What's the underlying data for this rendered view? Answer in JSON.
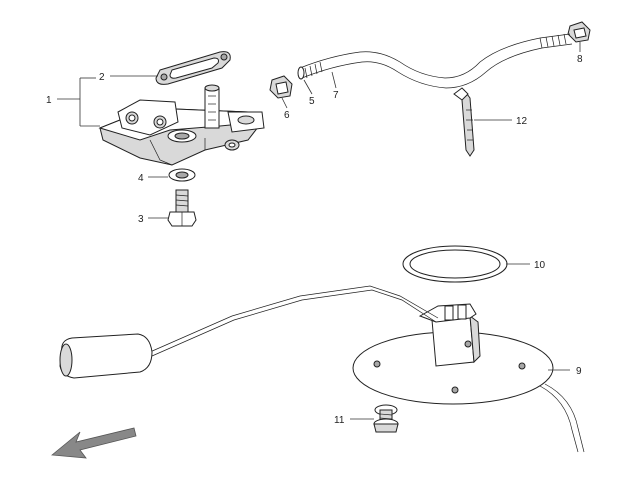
{
  "diagram": {
    "callouts": [
      {
        "id": "c1",
        "label": "1"
      },
      {
        "id": "c2",
        "label": "2"
      },
      {
        "id": "c3",
        "label": "3"
      },
      {
        "id": "c4",
        "label": "4"
      },
      {
        "id": "c5",
        "label": "5"
      },
      {
        "id": "c6",
        "label": "6"
      },
      {
        "id": "c7",
        "label": "7"
      },
      {
        "id": "c8",
        "label": "8"
      },
      {
        "id": "c9",
        "label": "9"
      },
      {
        "id": "c10",
        "label": "10"
      },
      {
        "id": "c11",
        "label": "11"
      },
      {
        "id": "c12",
        "label": "12"
      }
    ],
    "colors": {
      "line": "#222222",
      "fill_light": "#d9d9d9",
      "fill_dark": "#a8a8a8",
      "arrow": "#888888"
    }
  }
}
